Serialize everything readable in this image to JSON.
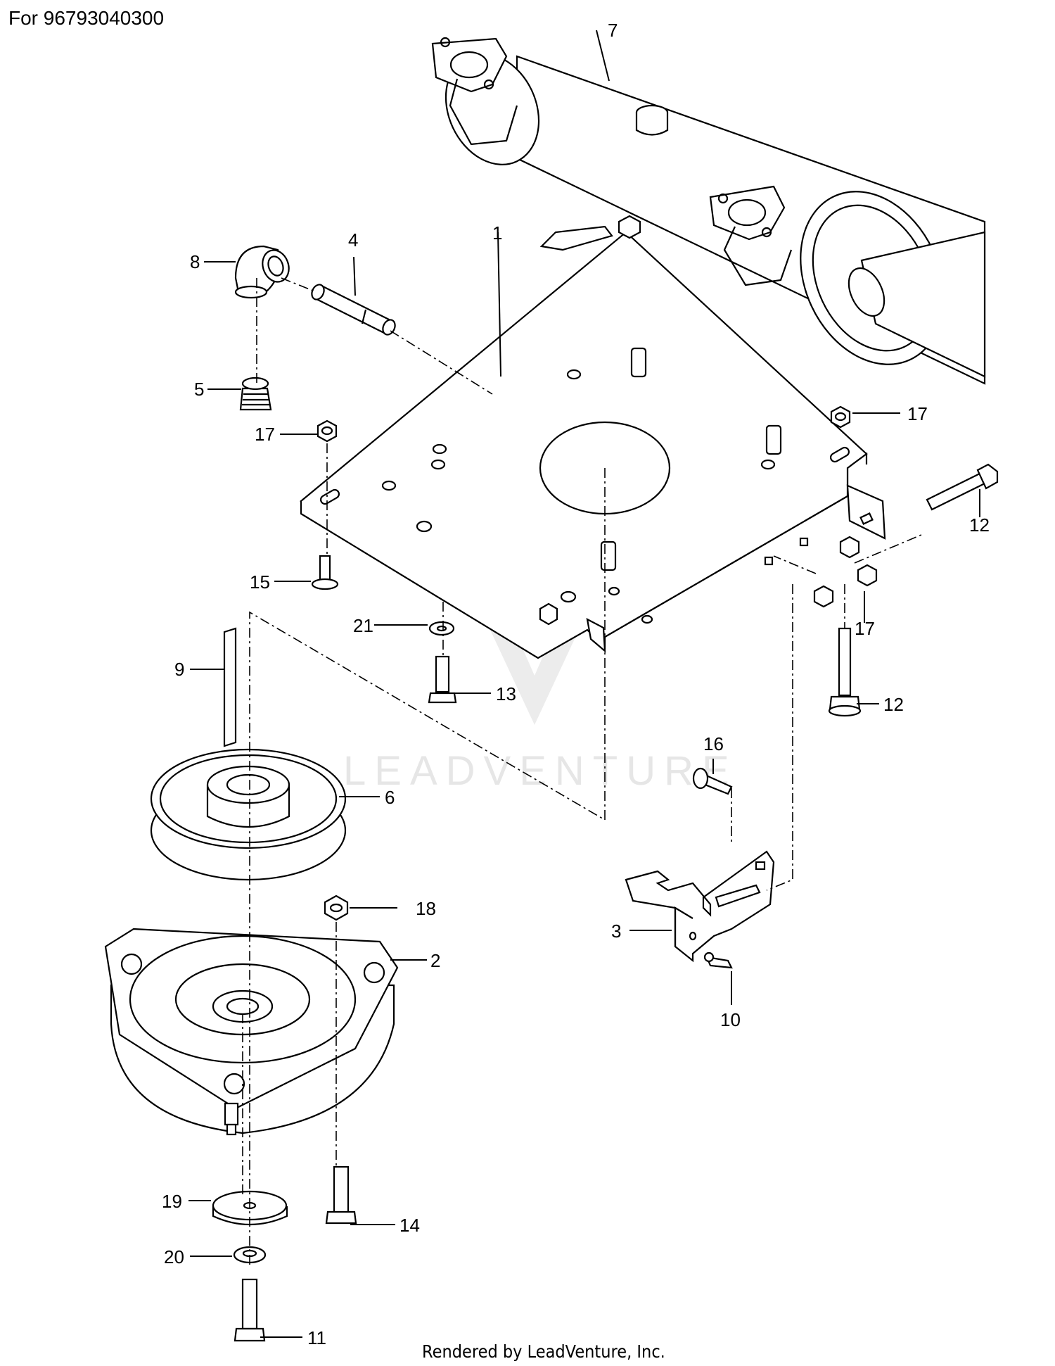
{
  "header": {
    "title": "For 96793040300"
  },
  "footer": {
    "credit": "Rendered by LeadVenture, Inc."
  },
  "watermark": {
    "text": "LEADVENTURE"
  },
  "callouts": {
    "c1": "1",
    "c2": "2",
    "c3": "3",
    "c4": "4",
    "c5": "5",
    "c6": "6",
    "c7": "7",
    "c8": "8",
    "c9": "9",
    "c10": "10",
    "c11": "11",
    "c12a": "12",
    "c12b": "12",
    "c13": "13",
    "c14": "14",
    "c15": "15",
    "c16": "16",
    "c17a": "17",
    "c17b": "17",
    "c17c": "17",
    "c18": "18",
    "c19": "19",
    "c20": "20",
    "c21": "21"
  }
}
